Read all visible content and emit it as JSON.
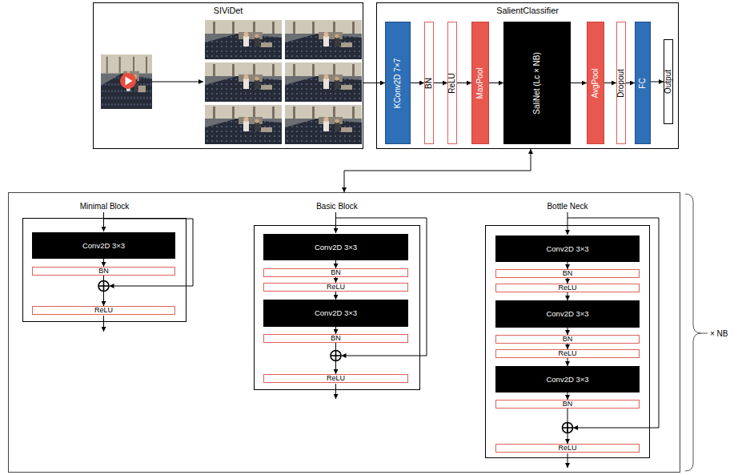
{
  "diagram": {
    "nodes": [
      {
        "text": [
          "SIViDet"
        ]
      },
      {
        "text": [
          "SalientClassifier"
        ]
      },
      {
        "text": [
          "KConv2D 7×7"
        ],
        "in": 1
      },
      {
        "text": [
          "BN"
        ],
        "in": 1
      },
      {
        "text": [
          "ReLU"
        ],
        "in": 1
      },
      {
        "text": [
          "MaxPool"
        ],
        "in": 1
      },
      {
        "text": [
          "SaliNet (Lc × NB)"
        ],
        "in": 1
      },
      {
        "text": [
          "AvgPool"
        ],
        "in": 1
      },
      {
        "text": [
          "Dropout"
        ],
        "in": 1
      },
      {
        "text": [
          "FC"
        ],
        "in": 1
      },
      {
        "text": [
          "Output"
        ],
        "in": 1
      },
      {
        "text": [
          "× NB"
        ]
      },
      {
        "text": [
          "Minimal Block"
        ],
        "in": 11
      },
      {
        "text": [
          "Conv2D 3×3"
        ],
        "in": 12
      },
      {
        "text": [
          "BN"
        ],
        "in": 12
      },
      {
        "text": [
          "ReLU"
        ],
        "in": 12
      },
      {
        "text": [
          "Basic Block"
        ],
        "in": 11
      },
      {
        "text": [
          "Conv2D 3×3"
        ],
        "in": 16
      },
      {
        "text": [
          "BN"
        ],
        "in": 16
      },
      {
        "text": [
          "ReLU"
        ],
        "in": 16
      },
      {
        "text": [
          "Conv2D 3×3"
        ],
        "in": 16
      },
      {
        "text": [
          "BN"
        ],
        "in": 16
      },
      {
        "text": [
          "ReLU"
        ],
        "in": 16
      },
      {
        "text": [
          "Bottle Neck"
        ],
        "in": 11
      },
      {
        "text": [
          "Conv2D 3×3"
        ],
        "in": 23
      },
      {
        "text": [
          "BN"
        ],
        "in": 23
      },
      {
        "text": [
          "ReLU"
        ],
        "in": 23
      },
      {
        "text": [
          "Conv2D 3×3"
        ],
        "in": 23
      },
      {
        "text": [
          "BN"
        ],
        "in": 23
      },
      {
        "text": [
          "ReLU"
        ],
        "in": 23
      },
      {
        "text": [
          "Conv2D 3×3"
        ],
        "in": 23
      },
      {
        "text": [
          "BN"
        ],
        "in": 23
      },
      {
        "text": [
          "ReLU"
        ],
        "in": 23
      }
    ],
    "edges": [
      {
        "from": 0,
        "to": 2,
        "arrow": "to"
      },
      {
        "from": 2,
        "to": 3,
        "arrow": "to"
      },
      {
        "from": 3,
        "to": 4,
        "arrow": "to"
      },
      {
        "from": 4,
        "to": 5,
        "arrow": "to"
      },
      {
        "from": 5,
        "to": 6,
        "arrow": "to"
      },
      {
        "from": 6,
        "to": 7,
        "arrow": "to"
      },
      {
        "from": 7,
        "to": 8,
        "arrow": "to"
      },
      {
        "from": 8,
        "to": 9,
        "arrow": "to"
      },
      {
        "from": 9,
        "to": 10,
        "arrow": "to"
      },
      {
        "from": 1,
        "to": 11,
        "arrow": "both"
      },
      {
        "from": 13,
        "to": 14,
        "arrow": "to"
      },
      {
        "from": 14,
        "to": 15,
        "arrow": "to"
      },
      {
        "from": 17,
        "to": 18,
        "arrow": "to"
      },
      {
        "from": 18,
        "to": 19,
        "arrow": "to"
      },
      {
        "from": 19,
        "to": 20,
        "arrow": "to"
      },
      {
        "from": 20,
        "to": 21,
        "arrow": "to"
      },
      {
        "from": 21,
        "to": 22,
        "arrow": "to"
      },
      {
        "from": 24,
        "to": 25,
        "arrow": "to"
      },
      {
        "from": 25,
        "to": 26,
        "arrow": "to"
      },
      {
        "from": 26,
        "to": 27,
        "arrow": "to"
      },
      {
        "from": 27,
        "to": 28,
        "arrow": "to"
      },
      {
        "from": 28,
        "to": 29,
        "arrow": "to"
      },
      {
        "from": 29,
        "to": 30,
        "arrow": "to"
      },
      {
        "from": 30,
        "to": 31,
        "arrow": "to"
      },
      {
        "from": 31,
        "to": 32,
        "arrow": "to"
      }
    ]
  }
}
